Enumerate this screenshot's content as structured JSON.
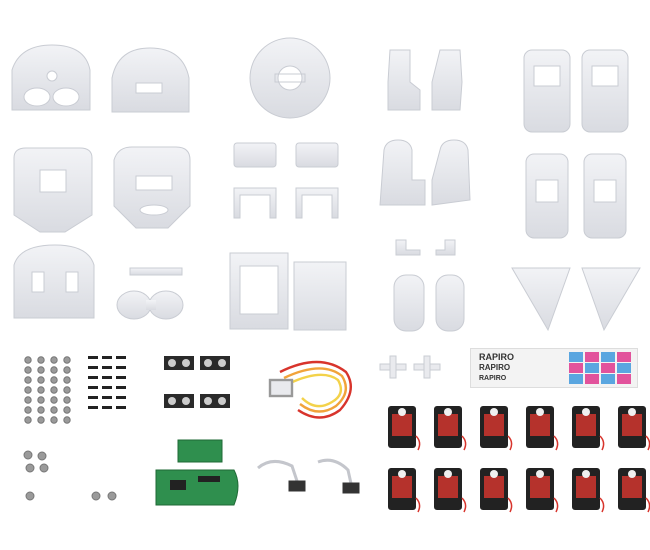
{
  "photo": {
    "subject_colors": {
      "plastic": "#e9eaee",
      "plastic_shade": "#d2d4da",
      "servo_body": "#222222",
      "servo_label": "#b5322c",
      "pcb_green": "#2f8f4e",
      "wire_red": "#d8342c",
      "wire_orange": "#f1a33a",
      "wire_yellow": "#f3d24a",
      "screw": "#9a9a9a",
      "label_pink": "#e2539c",
      "label_blue": "#5aa6e0"
    },
    "label_sheet": {
      "line1": "RAPIRO",
      "line2": "RAPIRO",
      "line3": "RAPIRO"
    }
  }
}
